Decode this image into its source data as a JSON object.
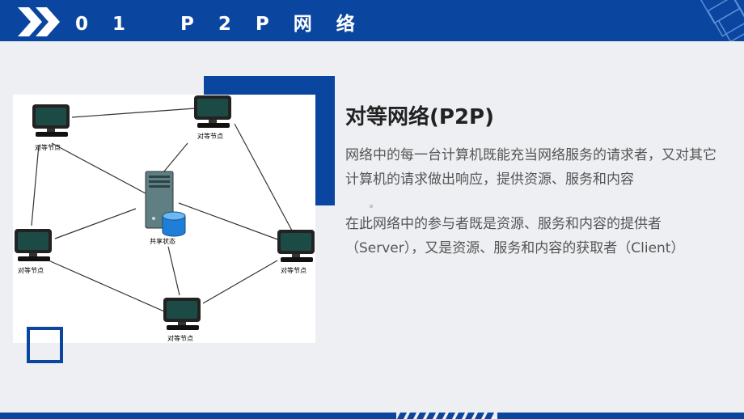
{
  "header": {
    "section_number": "0 1",
    "section_title": "P 2 P 网 络"
  },
  "diagram": {
    "nodes": [
      {
        "id": "peer-top-left",
        "label": "对等节点"
      },
      {
        "id": "peer-top-right",
        "label": "对等节点"
      },
      {
        "id": "peer-mid-left",
        "label": "对等节点"
      },
      {
        "id": "peer-mid-right",
        "label": "对等节点"
      },
      {
        "id": "peer-bottom",
        "label": "对等节点"
      },
      {
        "id": "server",
        "label": "共享状态"
      }
    ]
  },
  "content": {
    "heading": "对等网络(P2P)",
    "paragraph1": "网络中的每一台计算机既能充当网络服务的请求者，又对其它计算机的请求做出响应，提供资源、服务和内容",
    "paragraph2": "在此网络中的参与者既是资源、服务和内容的提供者（Server），又是资源、服务和内容的获取者（Client）"
  },
  "colors": {
    "brand_blue": "#0a45a0",
    "background": "#eeeff2"
  }
}
